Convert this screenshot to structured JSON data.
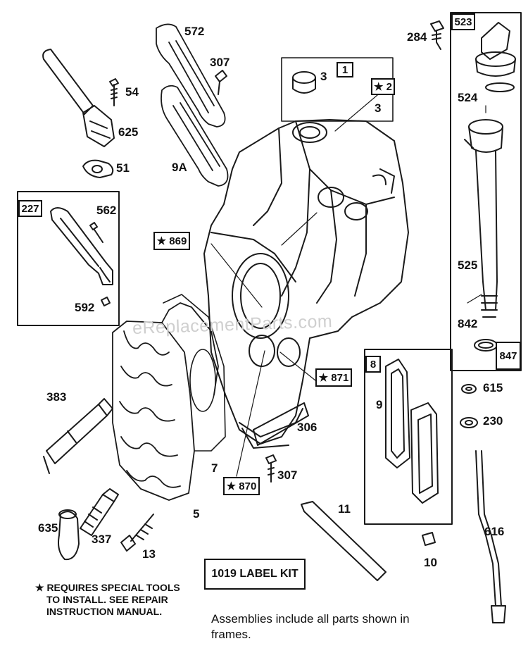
{
  "watermark": "eReplacementParts.com",
  "labels": {
    "p572": "572",
    "p307a": "307",
    "p54": "54",
    "p625": "625",
    "p51": "51",
    "p9a": "9A",
    "p3a": "3",
    "p3b": "3",
    "p284": "284",
    "p524": "524",
    "p525": "525",
    "p842": "842",
    "p562": "562",
    "p592": "592",
    "p383": "383",
    "p615": "615",
    "p230": "230",
    "p9": "9",
    "p306": "306",
    "p7": "7",
    "p307b": "307",
    "p5": "5",
    "p635": "635",
    "p337": "337",
    "p13": "13",
    "p11": "11",
    "p10": "10",
    "p616": "616"
  },
  "boxes": {
    "b1": "1",
    "b2": "★ 2",
    "b523": "523",
    "b227": "227",
    "b869": "★ 869",
    "b871": "★ 871",
    "b870": "★ 870",
    "b8": "8",
    "b847": "847",
    "label_kit": "1019 LABEL KIT"
  },
  "note": {
    "line1": "★ REQUIRES SPECIAL TOOLS",
    "line2": "TO INSTALL.  SEE REPAIR",
    "line3": "INSTRUCTION MANUAL."
  },
  "footer": "Assemblies include all parts shown in frames."
}
